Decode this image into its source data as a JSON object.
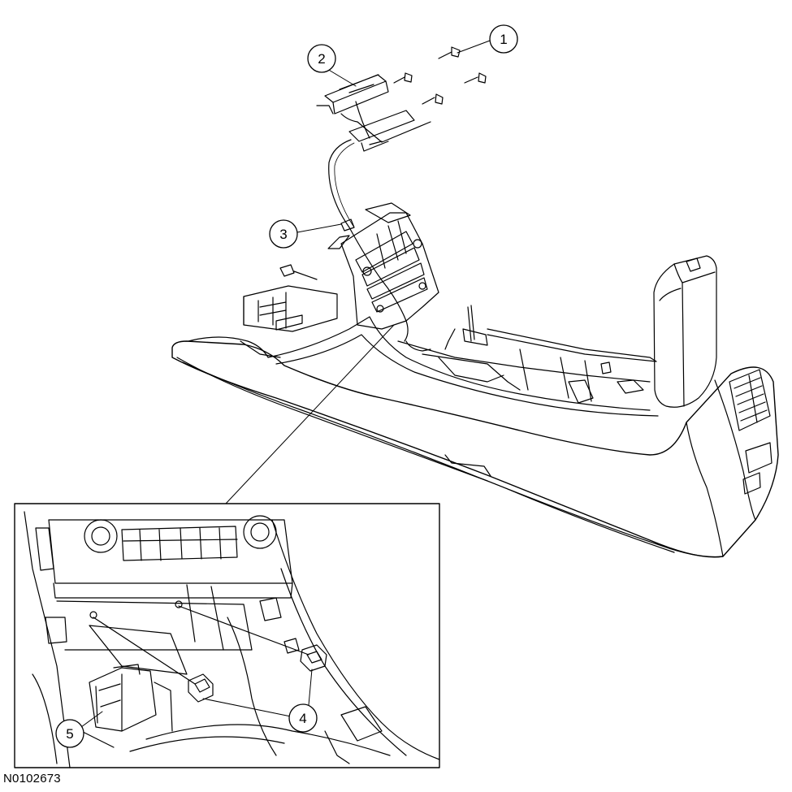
{
  "callouts": [
    {
      "id": "1",
      "label": "1"
    },
    {
      "id": "2",
      "label": "2"
    },
    {
      "id": "3",
      "label": "3"
    },
    {
      "id": "4",
      "label": "4"
    },
    {
      "id": "5",
      "label": "5"
    }
  ],
  "figure_id": "N0102673"
}
